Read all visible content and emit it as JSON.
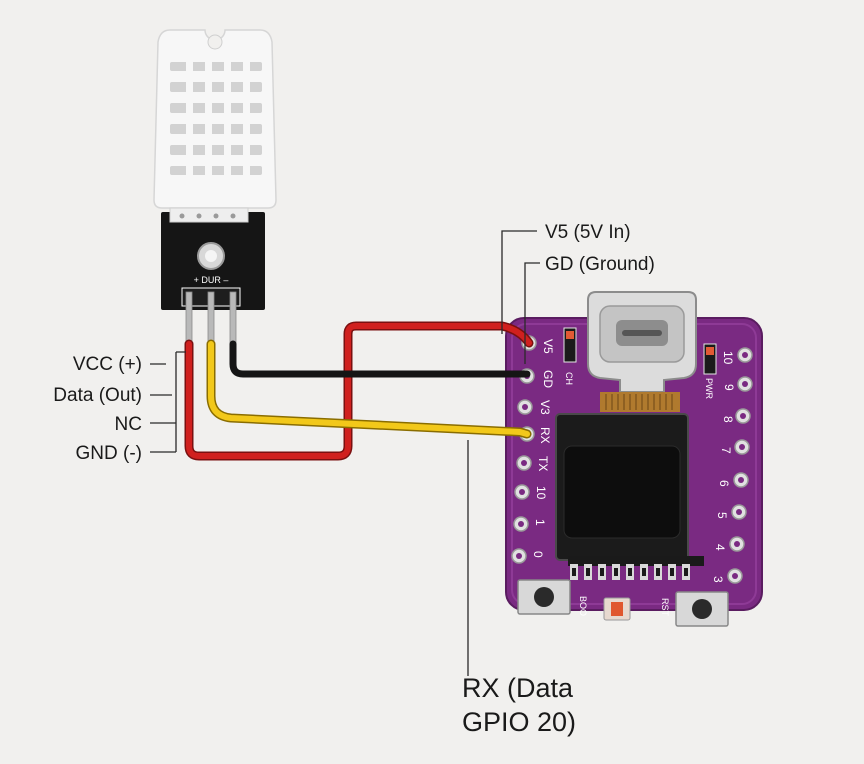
{
  "sensor": {
    "module_label": "+ DUR –"
  },
  "sensor_pin_labels": [
    "VCC (+)",
    "Data (Out)",
    "NC",
    "GND (-)"
  ],
  "board_callouts": {
    "v5": "V5 (5V In)",
    "gd": "GD (Ground)",
    "rx_line1": "RX (Data",
    "rx_line2": "GPIO 20)"
  },
  "board_silkscreen": {
    "left_pins": [
      "V5",
      "GD",
      "V3",
      "RX",
      "TX",
      "10",
      "1",
      "0"
    ],
    "right_pins": [
      "10",
      "9",
      "8",
      "7",
      "6",
      "5",
      "4",
      "3"
    ],
    "chip_labels": [
      "CH",
      "PWR"
    ],
    "button_labels": [
      "BOO",
      "RST"
    ]
  },
  "colors": {
    "wire_red": "#d0201e",
    "wire_black": "#151515",
    "wire_yellow": "#f2c81a",
    "pcb_purple": "#7a2a82",
    "sensor_white": "#f7f7f7",
    "oled": "#0d0d0d"
  }
}
